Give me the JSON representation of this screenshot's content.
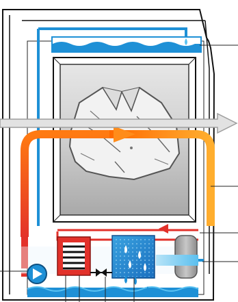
{
  "diagram": {
    "title": "",
    "components": [
      "top-water-container",
      "drum",
      "laundry-shirt",
      "airflow-arrow",
      "warm-air-loop",
      "condenser",
      "heat-exchanger",
      "compressor",
      "fan",
      "bottom-water-tank",
      "cooling-air-pipe"
    ],
    "colors": {
      "cabinet": "#ffffff",
      "cabinet_outline": "#111111",
      "water": "#1e90d6",
      "water_light": "#5bc2f2",
      "drum_gray": "#c9c9c9",
      "hot_orange": "#ff7f11",
      "hot_red": "#e2312a",
      "compressor_gray": "#9a9a9a",
      "airflow_arrow": "#d9d9d9"
    },
    "leader_lines_count": 5,
    "droplets_count": 6
  }
}
